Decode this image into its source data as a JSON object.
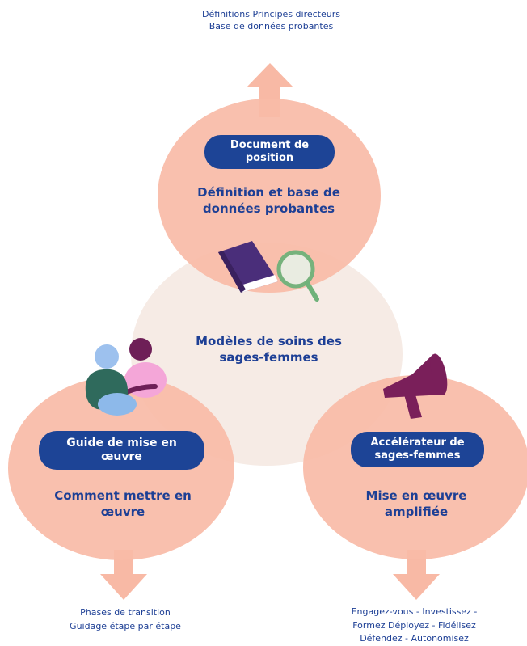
{
  "center": {
    "title": "Modèles de soins des sages-femmes"
  },
  "top": {
    "badge": "Document de position",
    "subtitle": "Définition et base de données probantes",
    "note": "Définitions Principes directeurs Base de données probantes"
  },
  "left": {
    "badge": "Guide de mise en œuvre",
    "subtitle": "Comment mettre en œuvre",
    "note_line1": "Phases de transition",
    "note_line2": "Guidage étape par étape"
  },
  "right": {
    "badge": "Accélérateur de sages-femmes",
    "subtitle": "Mise en œuvre amplifiée",
    "note_line1": "Engagez-vous - Investissez -",
    "note_line2": "Formez Déployez - Fidélisez",
    "note_line3": "Défendez - Autonomisez"
  },
  "icons": [
    "book-icon",
    "magnifier-icon",
    "people-icon",
    "megaphone-icon"
  ],
  "colors": {
    "circle": "#f8bba7",
    "center_circle": "#f6ebe5",
    "arrow": "#f8b9a5",
    "badge": "#1d4496",
    "text": "#1d3f95",
    "book": "#4a2e7a",
    "magnifier": "#6fb27a",
    "megaphone": "#7a1f5a"
  }
}
